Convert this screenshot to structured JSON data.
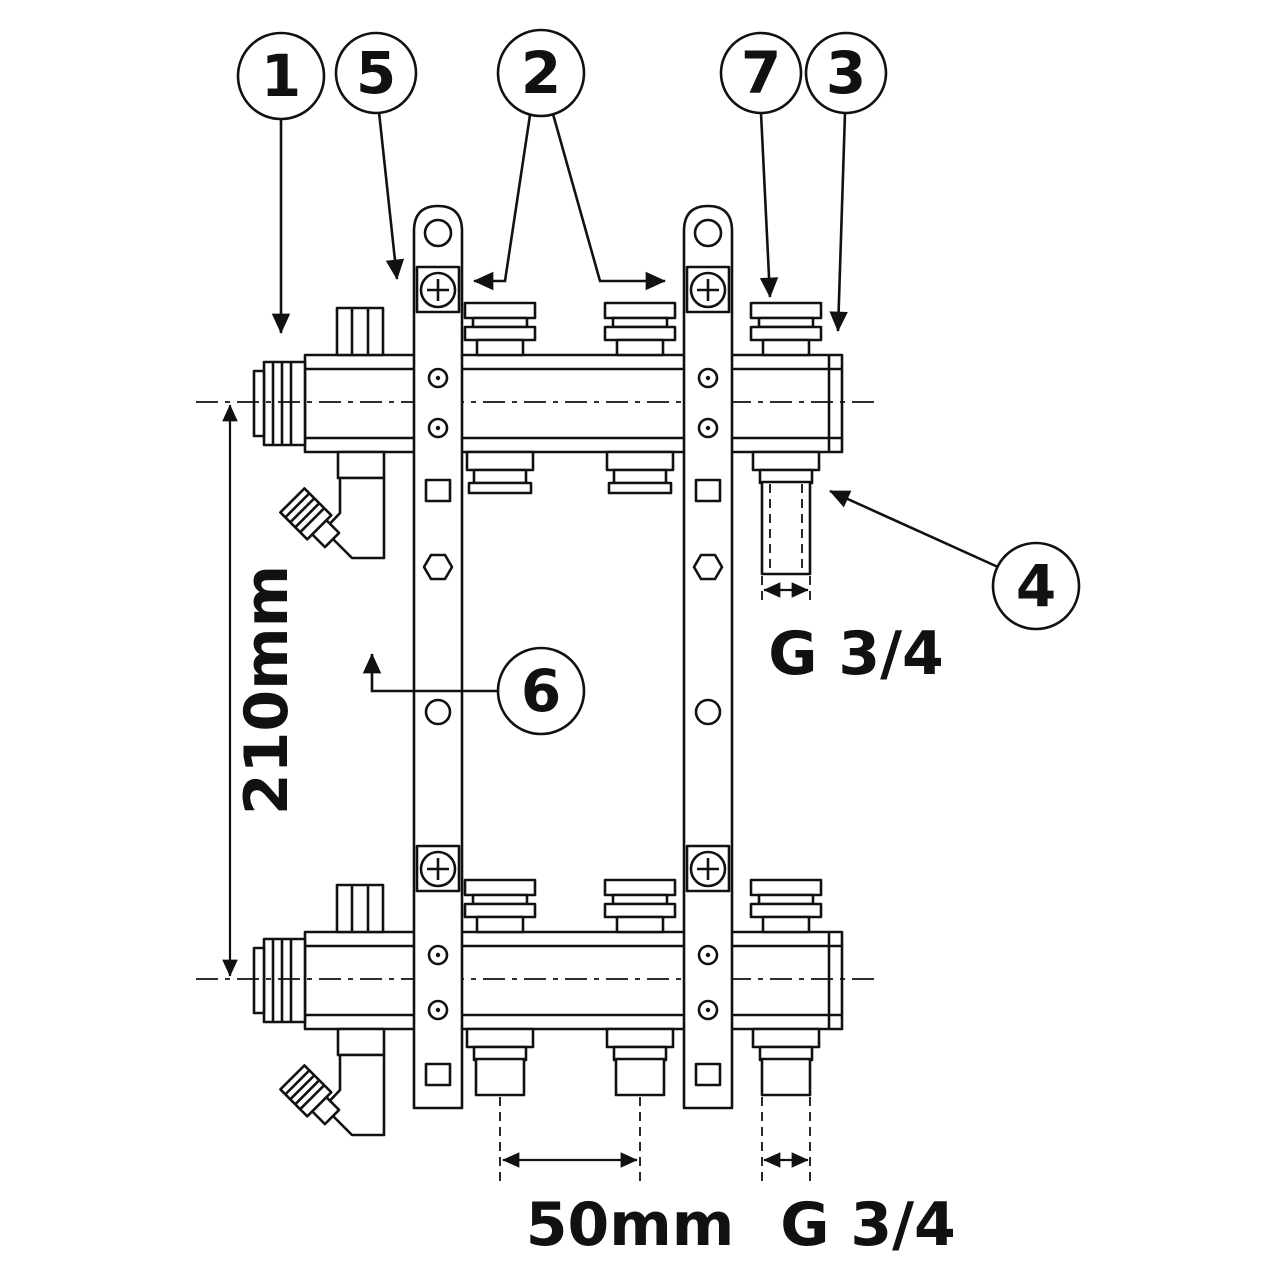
{
  "callouts": {
    "c1": "1",
    "c2": "2",
    "c3": "3",
    "c4": "4",
    "c5": "5",
    "c6": "6",
    "c7": "7"
  },
  "dimensions": {
    "overall_height": "210mm",
    "port_spacing": "50mm",
    "outlet_thread_side": "G 3/4",
    "outlet_thread_bottom": "G 3/4"
  }
}
